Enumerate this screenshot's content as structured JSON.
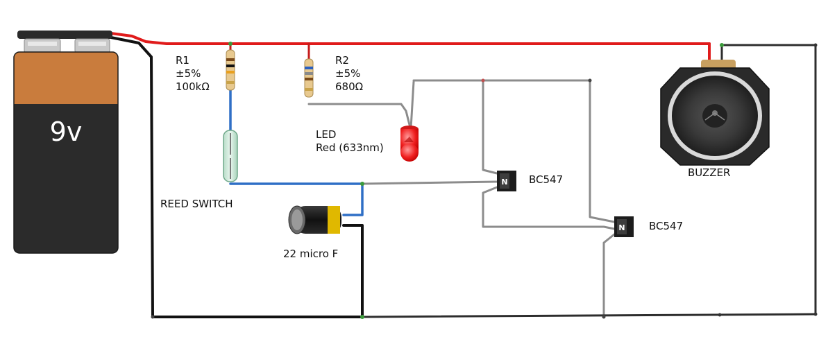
{
  "battery": {
    "label": "9v"
  },
  "r1": {
    "name": "R1",
    "tolerance": "±5%",
    "value": "100kΩ"
  },
  "r2": {
    "name": "R2",
    "tolerance": "±5%",
    "value": "680Ω"
  },
  "led": {
    "name": "LED",
    "spec": "Red (633nm)"
  },
  "reed_switch": {
    "label": "REED SWITCH"
  },
  "capacitor": {
    "label": "22 micro F"
  },
  "transistor1": {
    "label": "BC547"
  },
  "transistor2": {
    "label": "BC547"
  },
  "buzzer": {
    "label": "BUZZER"
  },
  "colors": {
    "wire_red": "#e01b1b",
    "wire_black": "#111111",
    "wire_gray": "#8c8c8c",
    "wire_blue": "#2f6fc6",
    "battery_top": "#c97c3d",
    "battery_body": "#2b2b2b"
  }
}
